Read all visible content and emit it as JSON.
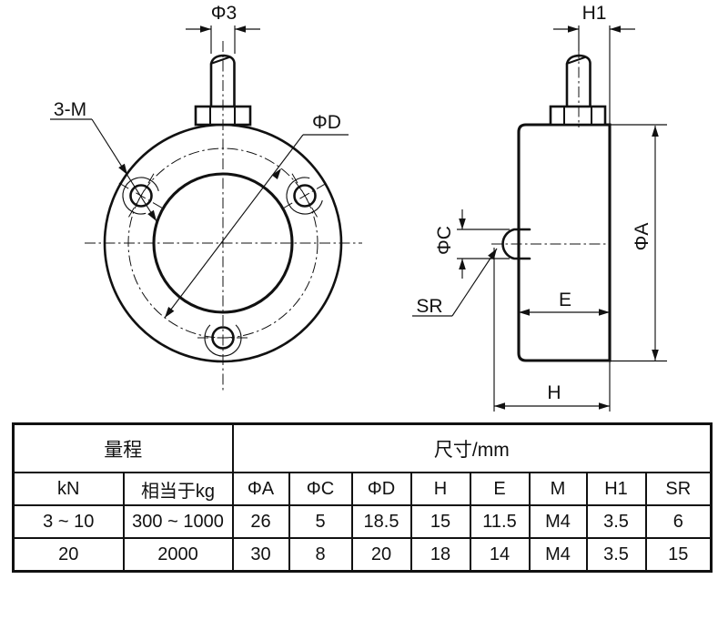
{
  "front_view": {
    "dim_phi3": "Φ3",
    "label_3m": "3-M",
    "dim_phiD": "ΦD"
  },
  "side_view": {
    "dim_h1": "H1",
    "dim_phiC": "ΦC",
    "label_sr": "SR",
    "dim_e": "E",
    "dim_phiA": "ΦA",
    "dim_h": "H"
  },
  "table": {
    "header_range": "量程",
    "header_dims": "尺寸/mm",
    "subheaders": [
      "kN",
      "相当于kg",
      "ΦA",
      "ΦC",
      "ΦD",
      "H",
      "E",
      "M",
      "H1",
      "SR"
    ],
    "rows": [
      [
        "3 ~ 10",
        "300 ~ 1000",
        "26",
        "5",
        "18.5",
        "15",
        "11.5",
        "M4",
        "3.5",
        "6"
      ],
      [
        "20",
        "2000",
        "30",
        "8",
        "20",
        "18",
        "14",
        "M4",
        "3.5",
        "15"
      ]
    ]
  },
  "colors": {
    "line": "#111111",
    "background": "#ffffff"
  }
}
